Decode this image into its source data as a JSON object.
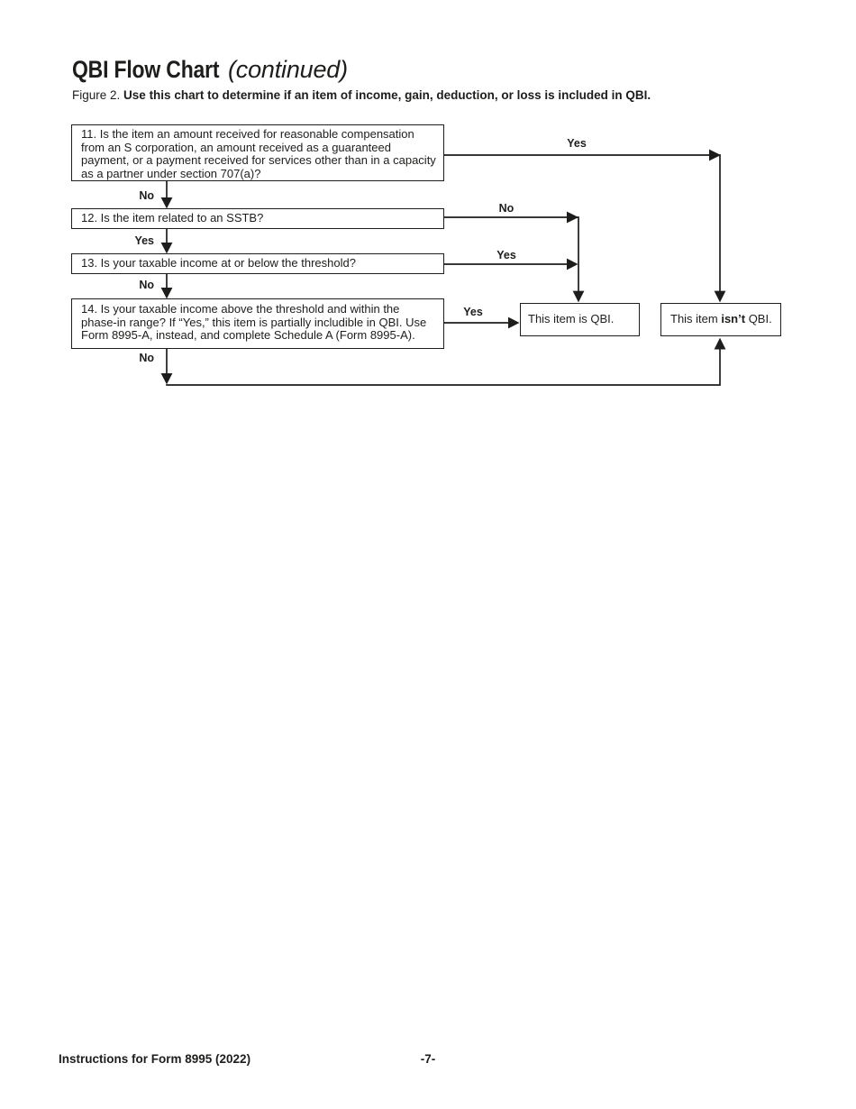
{
  "colors": {
    "ink": "#1d1d1b",
    "paper": "#ffffff"
  },
  "header": {
    "title": "QBI Flow Chart",
    "title_continued": "(continued)",
    "figure_label": "Figure 2.",
    "figure_caption": "Use this chart to determine if an item of income, gain, deduction, or loss is included in QBI."
  },
  "flowchart": {
    "q11": {
      "text": "11. Is the item an amount received for reasonable compensation\nfrom an S corporation, an amount received as a guaranteed\npayment, or a payment received for services other than in a capacity\nas a partner under section 707(a)?",
      "yes_label": "Yes",
      "no_label": "No"
    },
    "q12": {
      "text": "12. Is the item related to an SSTB?",
      "no_label": "No",
      "yes_label": "Yes"
    },
    "q13": {
      "text": "13. Is your taxable income at or below the threshold?",
      "yes_label": "Yes",
      "no_label": "No"
    },
    "q14": {
      "text": "14. Is your taxable income above the threshold and within the\nphase-in range? If “Yes,” this item is partially includible in QBI. Use\nForm 8995-A, instead, and complete Schedule A (Form 8995-A).",
      "yes_label": "Yes",
      "no_label": "No"
    },
    "result_qbi": {
      "text": "This item is QBI."
    },
    "result_not_qbi": {
      "prefix": "This item ",
      "emphasis": "isn’t",
      "suffix": " QBI."
    }
  },
  "footer": {
    "left_text": "Instructions for Form 8995 (2022)",
    "page_number": "-7-"
  }
}
